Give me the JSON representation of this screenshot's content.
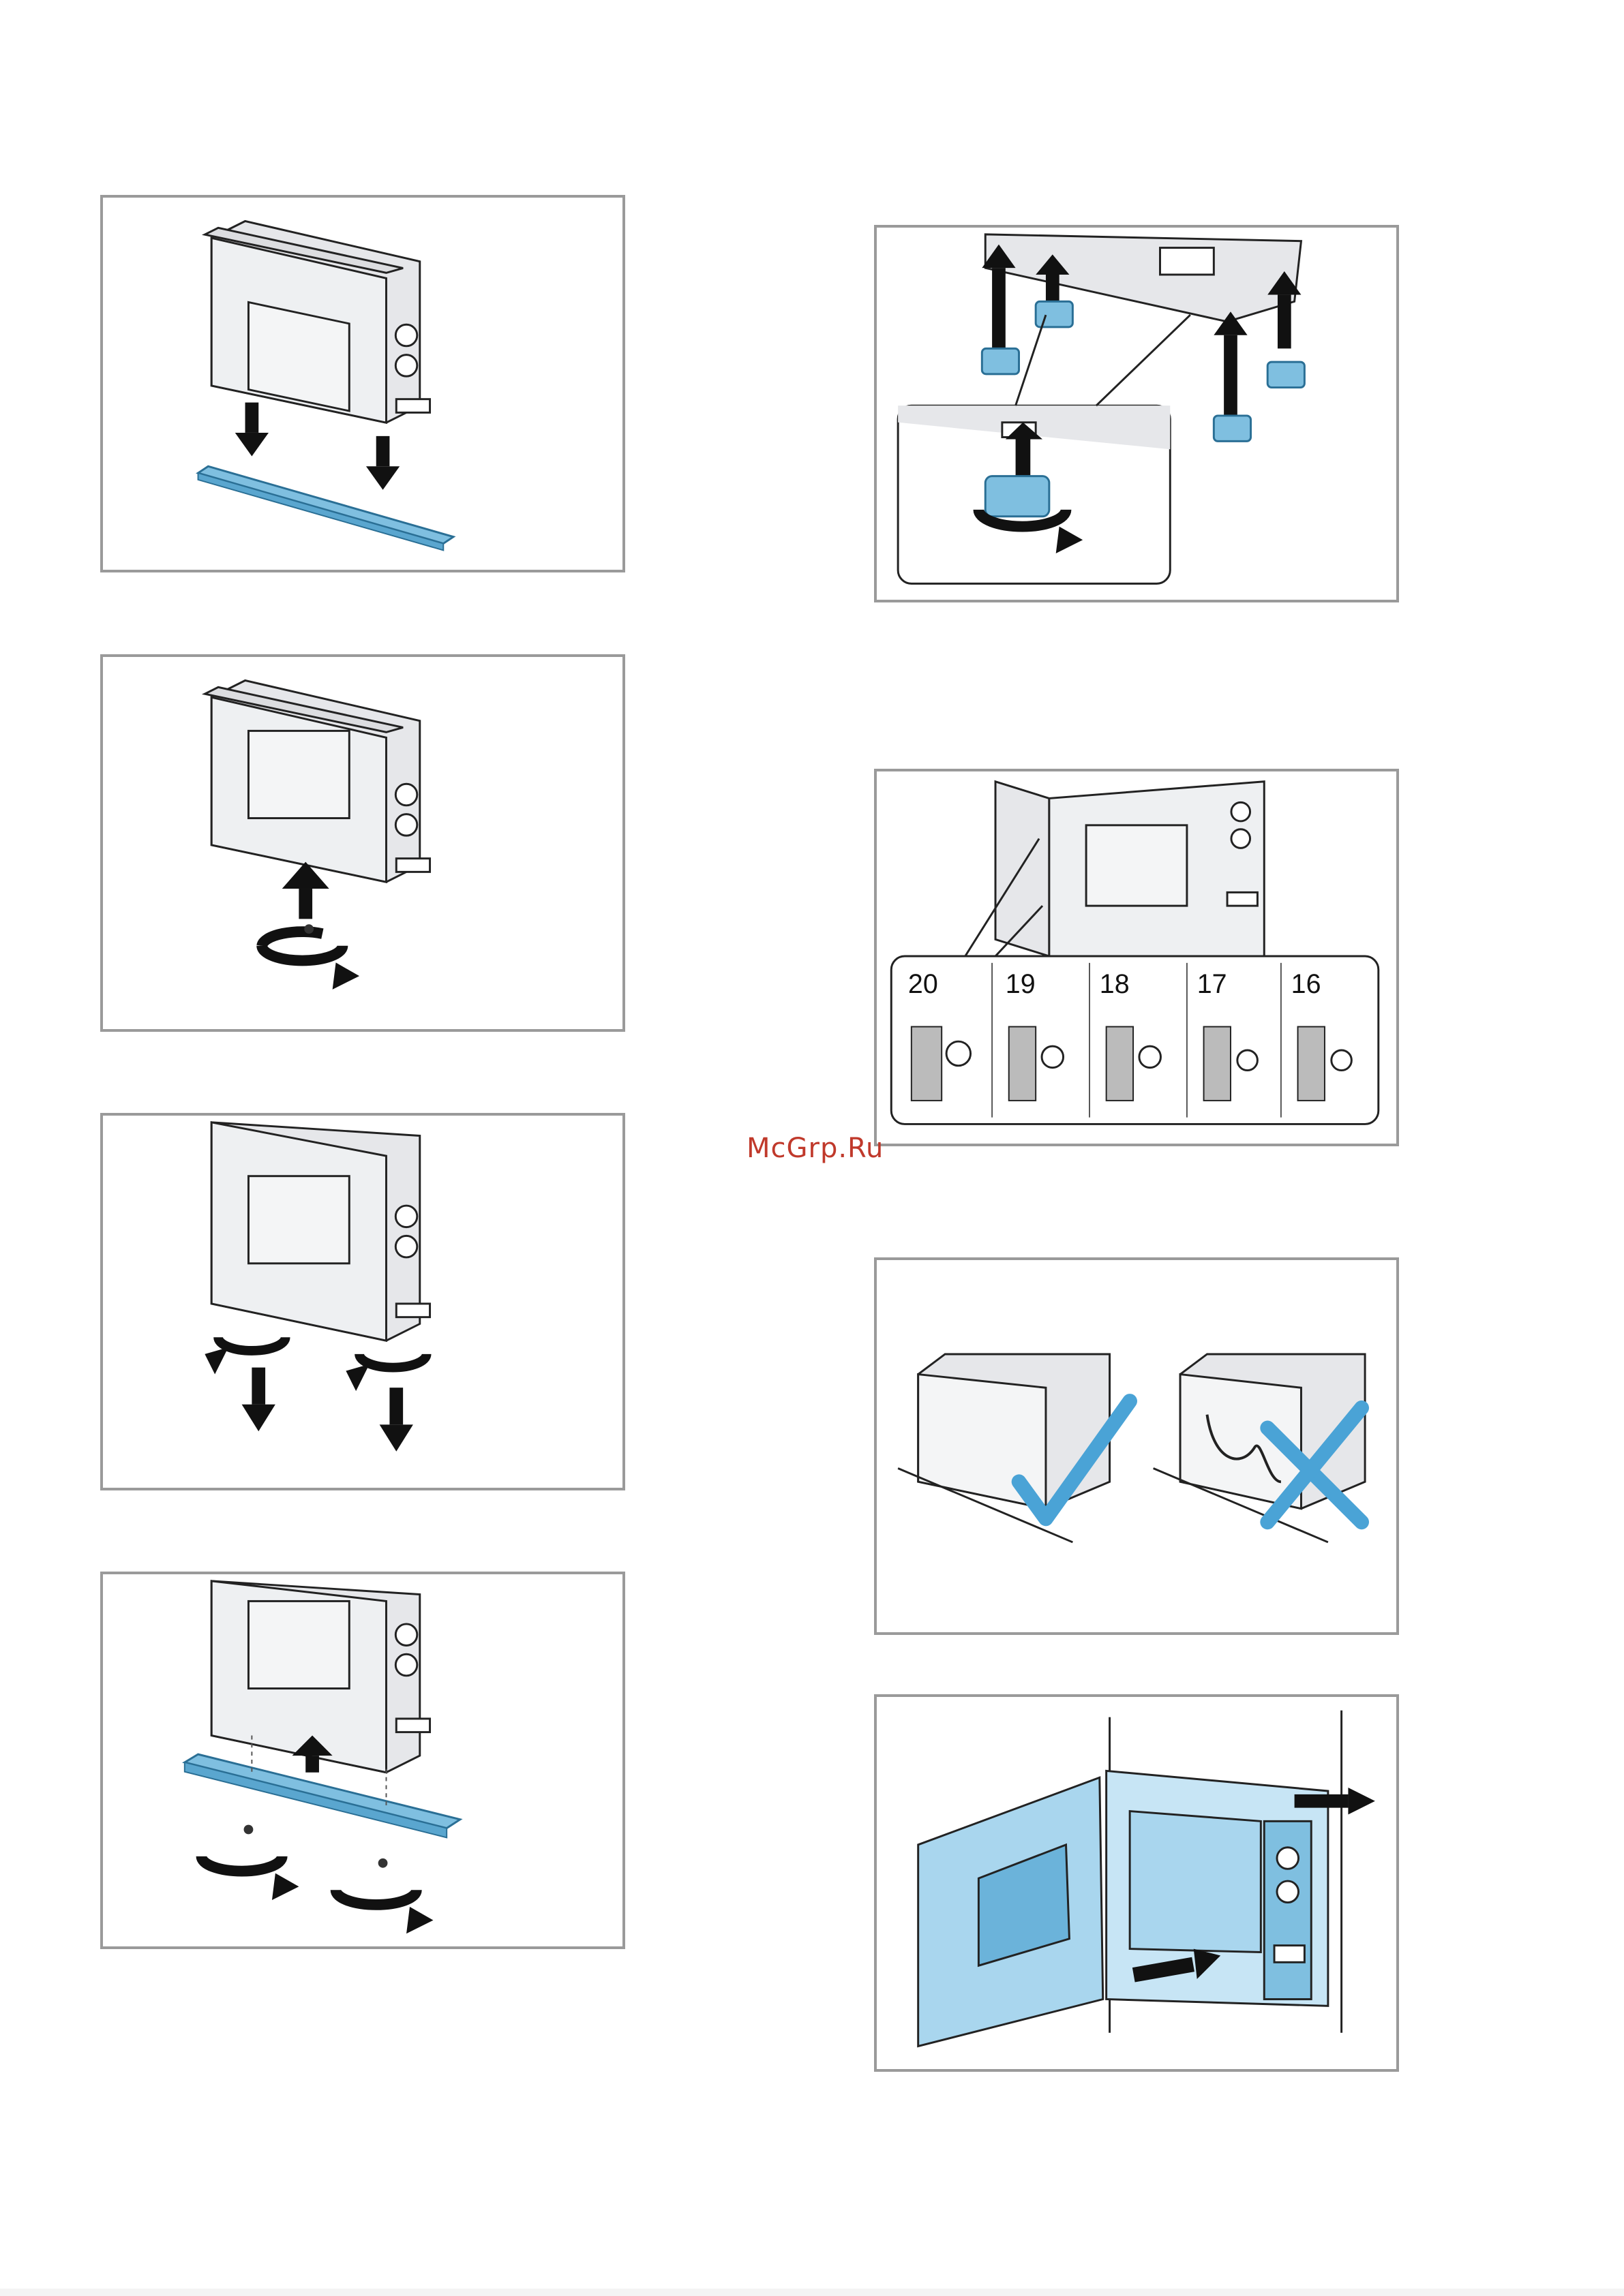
{
  "watermark": "McGrp.Ru",
  "colors": {
    "accent_blue": "#7fbfe0",
    "accent_blue_dark": "#2a7fb0",
    "frame_gray": "#9a9a9a",
    "appliance_fill": "#e6e7ea",
    "ok_check": "#4aa3d6",
    "watermark_red": "#c0392b"
  },
  "panels": [
    {
      "id": "step-1",
      "icons": [
        "microwave-icon",
        "down-arrow-icon",
        "mounting-rail-icon"
      ]
    },
    {
      "id": "step-2",
      "icons": [
        "microwave-icon",
        "up-arrow-icon",
        "screw-rotate-icon"
      ]
    },
    {
      "id": "step-3",
      "icons": [
        "microwave-icon",
        "screw-rotate-icon",
        "down-arrow-icon"
      ]
    },
    {
      "id": "step-4",
      "icons": [
        "microwave-icon",
        "mounting-rail-icon",
        "up-arrow-icon",
        "screw-rotate-icon"
      ]
    },
    {
      "id": "step-5",
      "icons": [
        "microwave-icon",
        "foot-icon",
        "up-arrow-icon",
        "detail-callout"
      ]
    },
    {
      "id": "step-6",
      "icons": [
        "microwave-icon",
        "wall-gauge-icon"
      ]
    },
    {
      "id": "step-7",
      "icons": [
        "microwave-icon",
        "check-icon",
        "cross-icon"
      ]
    },
    {
      "id": "step-8",
      "icons": [
        "microwave-open-door-icon",
        "right-arrow-icon"
      ]
    }
  ],
  "gauge": {
    "labels": [
      "20",
      "19",
      "18",
      "17",
      "16"
    ]
  }
}
